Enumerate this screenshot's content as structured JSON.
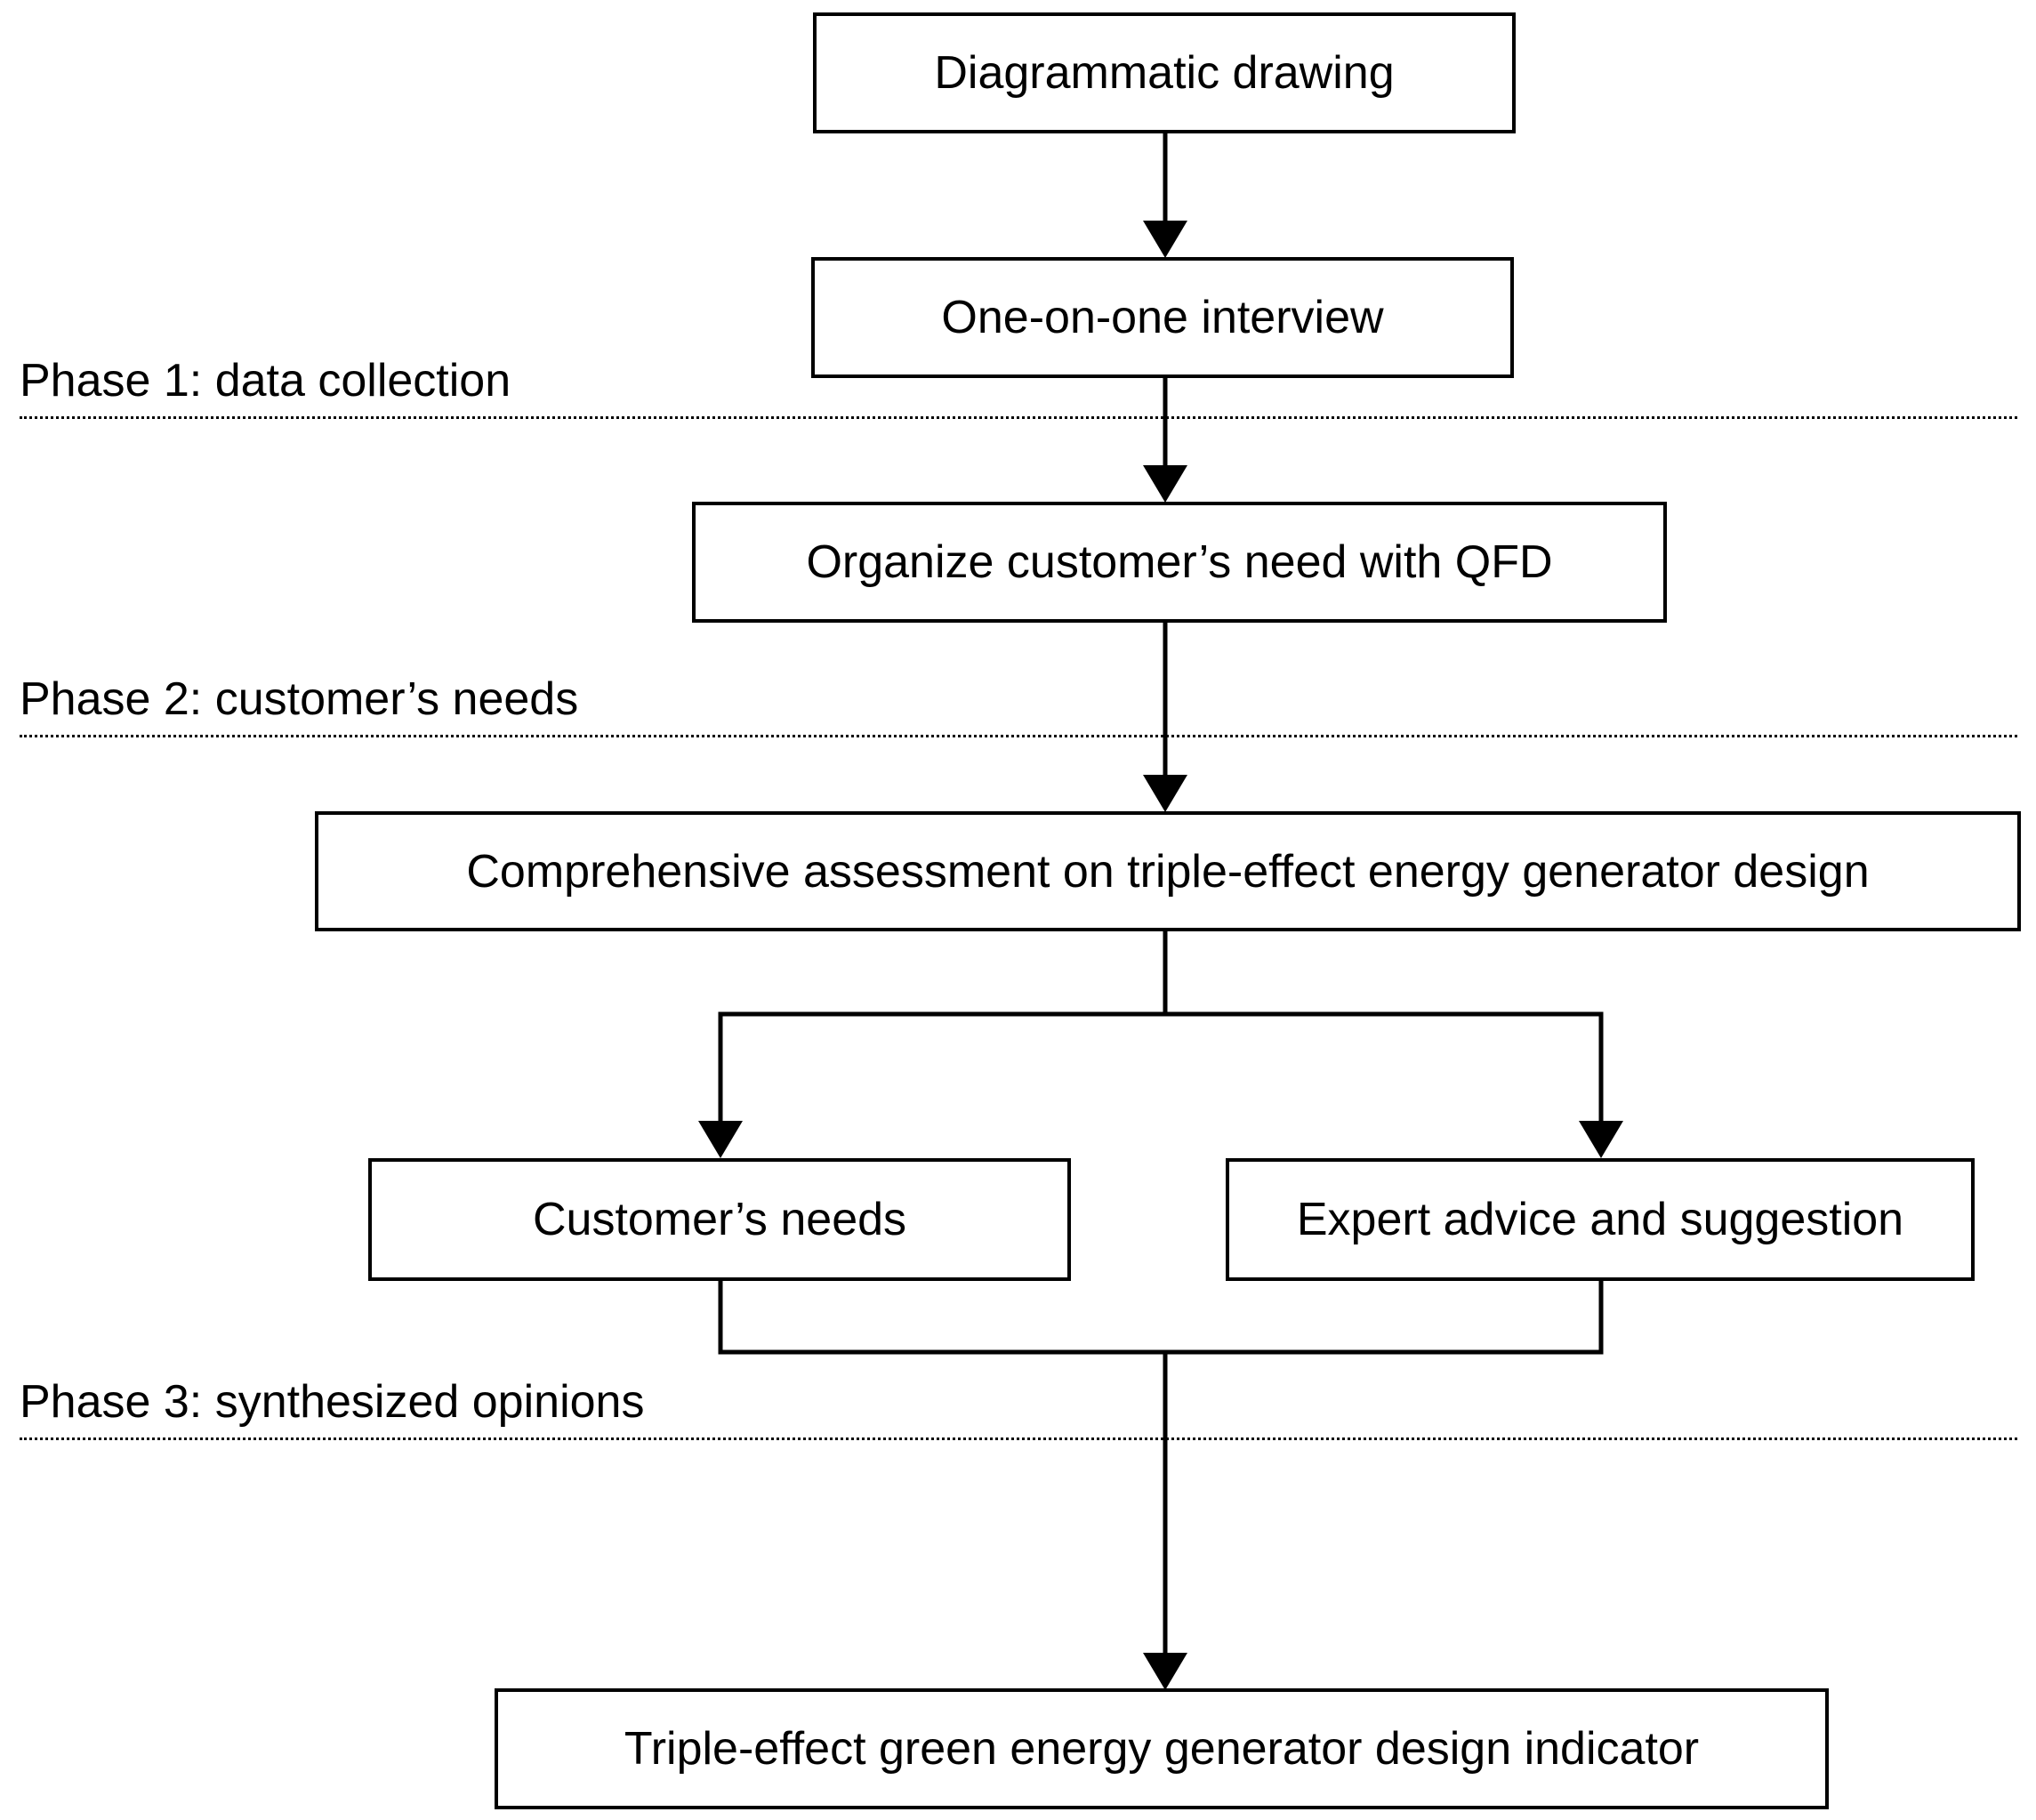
{
  "nodes": {
    "diagrammatic_drawing": "Diagrammatic drawing",
    "interview": "One-on-one interview",
    "organize": "Organize customer’s need with QFD",
    "assessment": "Comprehensive assessment on triple-effect energy generator design",
    "customer_needs": "Customer’s needs",
    "expert_advice": "Expert advice and suggestion",
    "indicator": "Triple-effect green energy generator design indicator"
  },
  "phases": {
    "phase1": "Phase 1: data collection",
    "phase2": "Phase 2: customer’s needs",
    "phase3": "Phase 3: synthesized opinions"
  },
  "colors": {
    "line": "#000000",
    "background": "#ffffff"
  }
}
